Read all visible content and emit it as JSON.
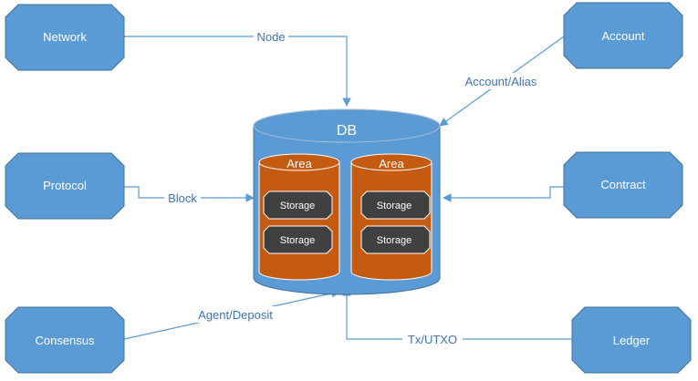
{
  "modules": {
    "network": "Network",
    "account": "Account",
    "protocol": "Protocol",
    "contract": "Contract",
    "consensus": "Consensus",
    "ledger": "Ledger"
  },
  "edges": {
    "network_db": "Node",
    "account_db": "Account/Alias",
    "protocol_db": "Block",
    "consensus_db": "Agent/Deposit",
    "ledger_db": "Tx/UTXO"
  },
  "db": {
    "title": "DB",
    "areas": [
      {
        "label": "Area",
        "storages": [
          "Storage",
          "Storage"
        ]
      },
      {
        "label": "Area",
        "storages": [
          "Storage",
          "Storage"
        ]
      }
    ]
  },
  "colors": {
    "module_fill": "#5b9bd5",
    "module_stroke": "#41719c",
    "db_fill": "#5b9bd5",
    "area_fill": "#c55a11",
    "storage_fill": "#404040",
    "connector": "#5b9bd5",
    "label_text": "#3f74b4"
  }
}
